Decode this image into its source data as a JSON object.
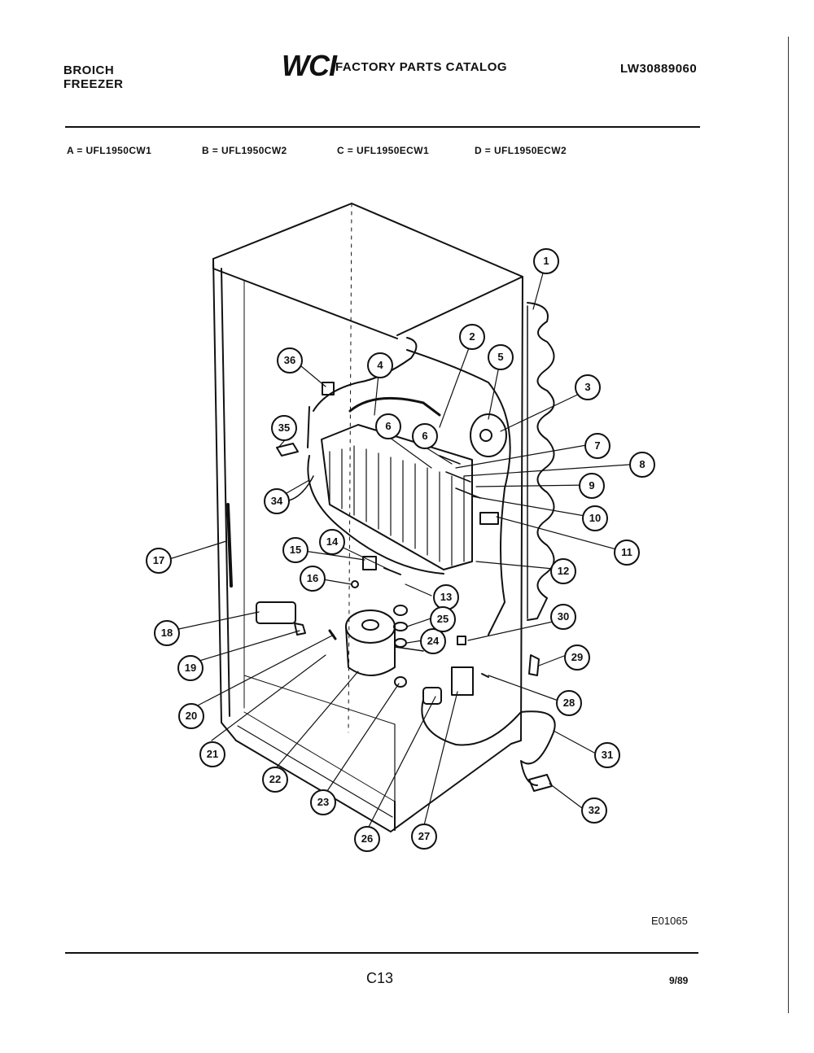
{
  "header": {
    "left_line1": "BROICH",
    "left_line2": "FREEZER",
    "logo": "WCI",
    "title": "FACTORY PARTS CATALOG",
    "catalog_number": "LW30889060"
  },
  "models": [
    "A = UFL1950CW1",
    "B = UFL1950CW2",
    "C = UFL1950ECW1",
    "D = UFL1950ECW2"
  ],
  "callouts": [
    "1",
    "2",
    "3",
    "4",
    "5",
    "6",
    "6",
    "7",
    "8",
    "9",
    "10",
    "11",
    "12",
    "13",
    "14",
    "15",
    "16",
    "17",
    "18",
    "19",
    "20",
    "21",
    "22",
    "23",
    "24",
    "25",
    "26",
    "27",
    "28",
    "29",
    "30",
    "31",
    "32",
    "34",
    "35",
    "36"
  ],
  "footer": {
    "drawing_code": "E01065",
    "page": "C13",
    "date": "9/89"
  }
}
